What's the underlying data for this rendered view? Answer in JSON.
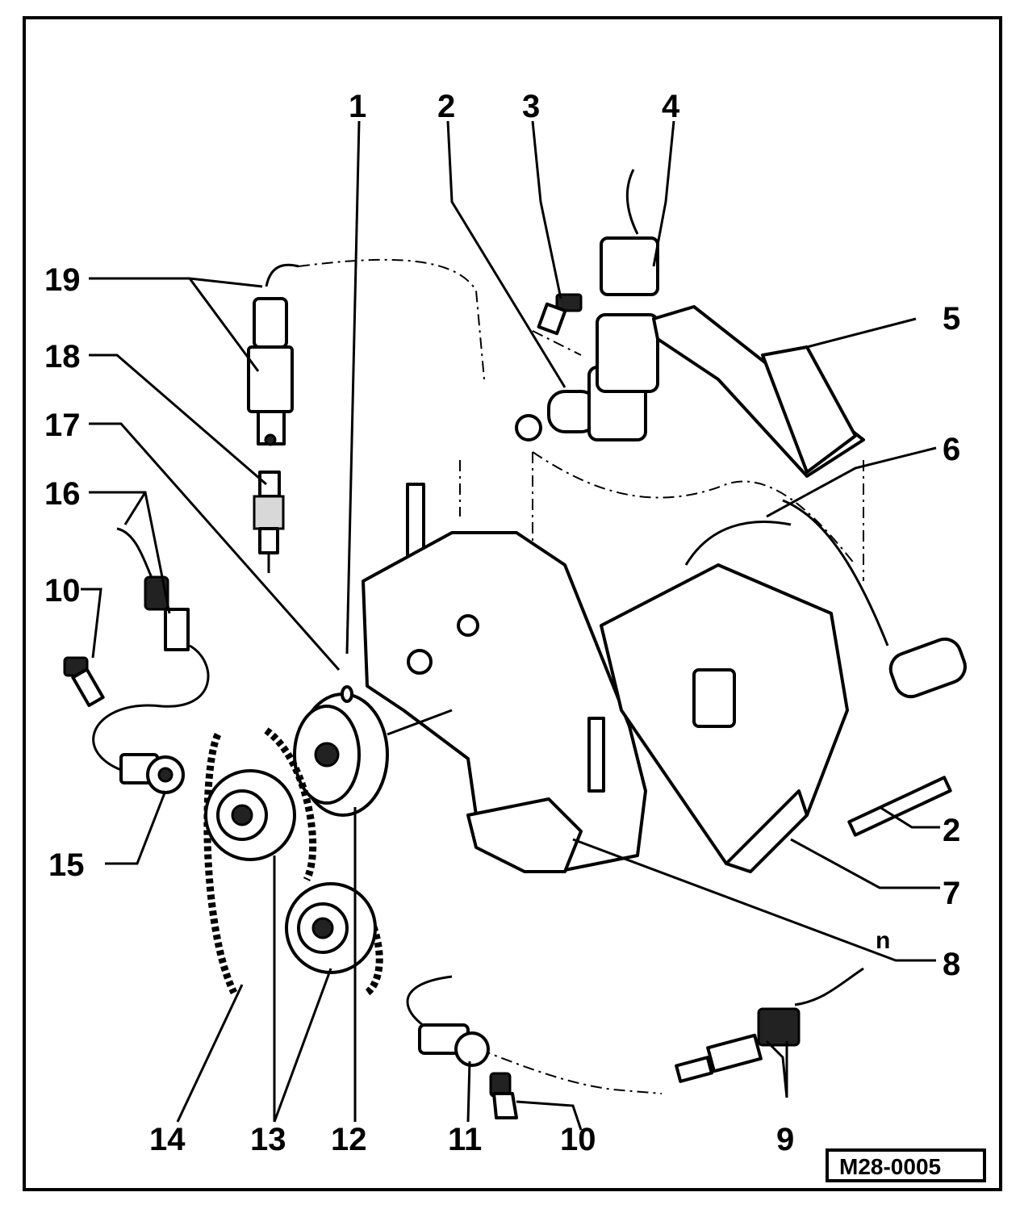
{
  "diagram": {
    "callouts": [
      "1",
      "2",
      "3",
      "4",
      "5",
      "6",
      "7",
      "8",
      "9",
      "10",
      "11",
      "12",
      "13",
      "14",
      "15",
      "16",
      "17",
      "18",
      "19"
    ],
    "extra_callouts": {
      "2b": "2",
      "10b": "10"
    },
    "code": "M28-0005",
    "mark": "n"
  }
}
